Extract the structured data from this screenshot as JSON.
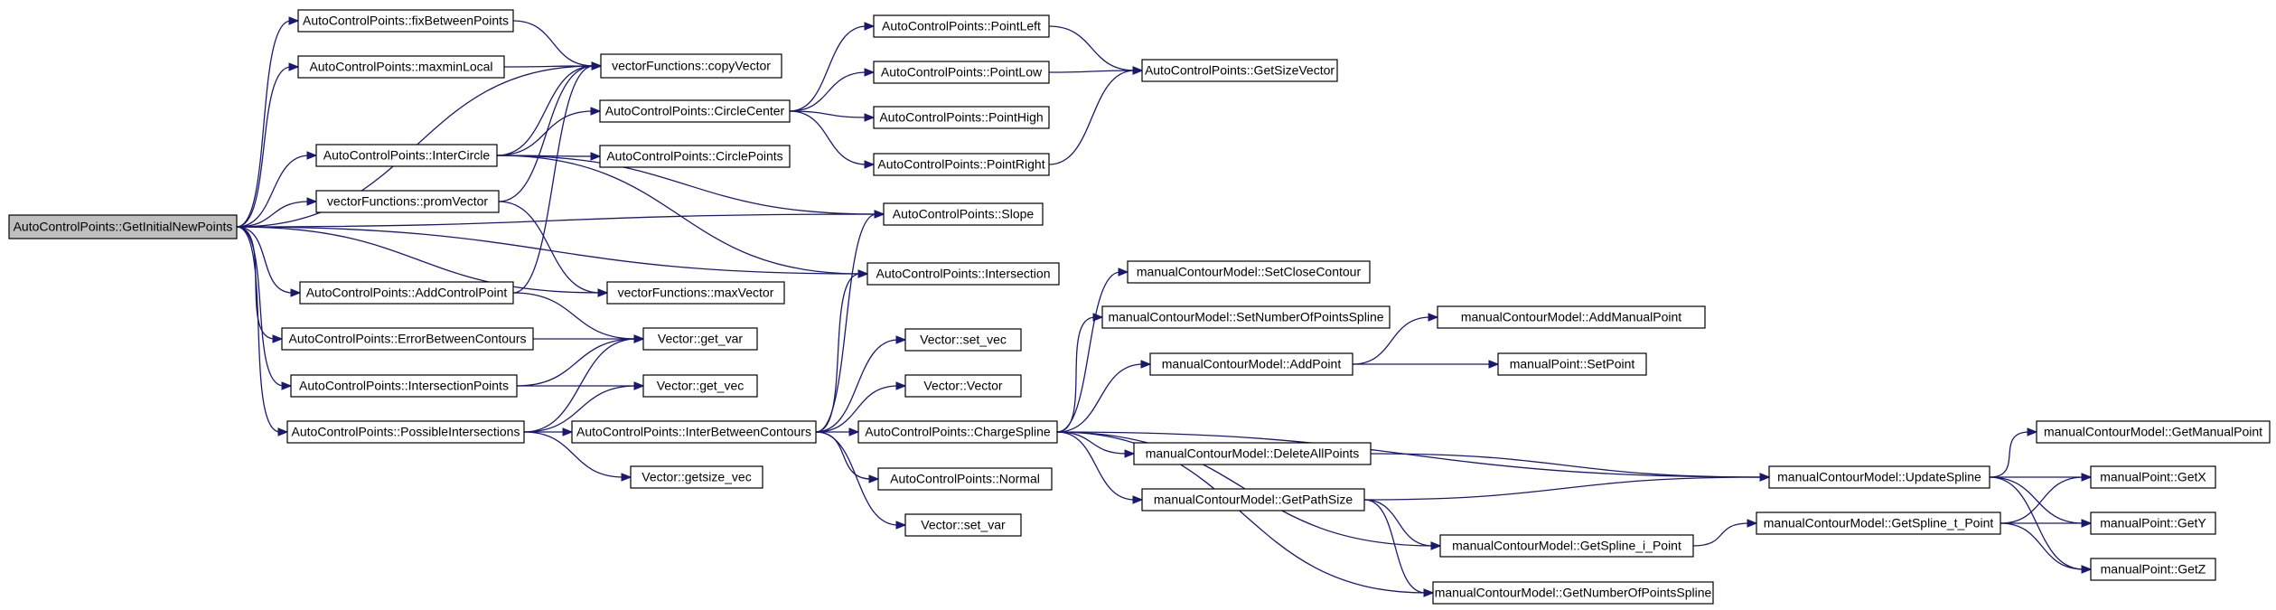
{
  "style": {
    "edge_color": "#191970",
    "node_border": "#000000",
    "root_fill": "#bfbfbf",
    "node_fill": "#ffffff"
  },
  "nodes": [
    {
      "id": "root",
      "label": "AutoControlPoints::GetInitialNewPoints",
      "root": true
    },
    {
      "id": "fix",
      "label": "AutoControlPoints::fixBetweenPoints"
    },
    {
      "id": "maxmin",
      "label": "AutoControlPoints::maxminLocal"
    },
    {
      "id": "copy",
      "label": "vectorFunctions::copyVector"
    },
    {
      "id": "inter",
      "label": "AutoControlPoints::InterCircle"
    },
    {
      "id": "prom",
      "label": "vectorFunctions::promVector"
    },
    {
      "id": "addcp",
      "label": "AutoControlPoints::AddControlPoint"
    },
    {
      "id": "errb",
      "label": "AutoControlPoints::ErrorBetweenContours"
    },
    {
      "id": "ipts",
      "label": "AutoControlPoints::IntersectionPoints"
    },
    {
      "id": "possi",
      "label": "AutoControlPoints::PossibleIntersections"
    },
    {
      "id": "ccenter",
      "label": "AutoControlPoints::CircleCenter"
    },
    {
      "id": "cpoints",
      "label": "AutoControlPoints::CirclePoints"
    },
    {
      "id": "maxv",
      "label": "vectorFunctions::maxVector"
    },
    {
      "id": "getvar",
      "label": "Vector::get_var"
    },
    {
      "id": "getvec",
      "label": "Vector::get_vec"
    },
    {
      "id": "ibc",
      "label": "AutoControlPoints::InterBetweenContours"
    },
    {
      "id": "getsize",
      "label": "Vector::getsize_vec"
    },
    {
      "id": "pleft",
      "label": "AutoControlPoints::PointLeft"
    },
    {
      "id": "plow",
      "label": "AutoControlPoints::PointLow"
    },
    {
      "id": "phigh",
      "label": "AutoControlPoints::PointHigh"
    },
    {
      "id": "pright",
      "label": "AutoControlPoints::PointRight"
    },
    {
      "id": "gsv",
      "label": "AutoControlPoints::GetSizeVector"
    },
    {
      "id": "slope",
      "label": "AutoControlPoints::Slope"
    },
    {
      "id": "isect",
      "label": "AutoControlPoints::Intersection"
    },
    {
      "id": "setvec",
      "label": "Vector::set_vec"
    },
    {
      "id": "vvec",
      "label": "Vector::Vector"
    },
    {
      "id": "chs",
      "label": "AutoControlPoints::ChargeSpline"
    },
    {
      "id": "normal",
      "label": "AutoControlPoints::Normal"
    },
    {
      "id": "setvar",
      "label": "Vector::set_var"
    },
    {
      "id": "setclose",
      "label": "manualContourModel::SetCloseContour"
    },
    {
      "id": "setnum",
      "label": "manualContourModel::SetNumberOfPointsSpline"
    },
    {
      "id": "addpoint",
      "label": "manualContourModel::AddPoint"
    },
    {
      "id": "addmanual",
      "label": "manualContourModel::AddManualPoint"
    },
    {
      "id": "setpoint",
      "label": "manualPoint::SetPoint"
    },
    {
      "id": "delall",
      "label": "manualContourModel::DeleteAllPoints"
    },
    {
      "id": "getpath",
      "label": "manualContourModel::GetPathSize"
    },
    {
      "id": "gsip",
      "label": "manualContourModel::GetSpline_i_Point"
    },
    {
      "id": "gnops",
      "label": "manualContourModel::GetNumberOfPointsSpline"
    },
    {
      "id": "upd",
      "label": "manualContourModel::UpdateSpline"
    },
    {
      "id": "gstp",
      "label": "manualContourModel::GetSpline_t_Point"
    },
    {
      "id": "gmp",
      "label": "manualContourModel::GetManualPoint"
    },
    {
      "id": "getx",
      "label": "manualPoint::GetX"
    },
    {
      "id": "gety",
      "label": "manualPoint::GetY"
    },
    {
      "id": "getz",
      "label": "manualPoint::GetZ"
    }
  ],
  "edges": [
    [
      "root",
      "fix"
    ],
    [
      "root",
      "maxmin"
    ],
    [
      "root",
      "copy"
    ],
    [
      "root",
      "inter"
    ],
    [
      "root",
      "prom"
    ],
    [
      "root",
      "addcp"
    ],
    [
      "root",
      "errb"
    ],
    [
      "root",
      "ipts"
    ],
    [
      "root",
      "possi"
    ],
    [
      "root",
      "isect"
    ],
    [
      "root",
      "slope"
    ],
    [
      "root",
      "maxv"
    ],
    [
      "fix",
      "copy"
    ],
    [
      "maxmin",
      "copy"
    ],
    [
      "inter",
      "copy"
    ],
    [
      "inter",
      "ccenter"
    ],
    [
      "inter",
      "cpoints"
    ],
    [
      "inter",
      "slope"
    ],
    [
      "inter",
      "isect"
    ],
    [
      "prom",
      "copy"
    ],
    [
      "prom",
      "maxv"
    ],
    [
      "addcp",
      "copy"
    ],
    [
      "addcp",
      "getvar"
    ],
    [
      "errb",
      "getvar"
    ],
    [
      "ipts",
      "getvar"
    ],
    [
      "ipts",
      "getvec"
    ],
    [
      "possi",
      "getvar"
    ],
    [
      "possi",
      "getvec"
    ],
    [
      "possi",
      "ibc"
    ],
    [
      "possi",
      "getsize"
    ],
    [
      "ccenter",
      "pleft"
    ],
    [
      "ccenter",
      "plow"
    ],
    [
      "ccenter",
      "phigh"
    ],
    [
      "ccenter",
      "pright"
    ],
    [
      "pleft",
      "gsv"
    ],
    [
      "plow",
      "gsv"
    ],
    [
      "pright",
      "gsv"
    ],
    [
      "ibc",
      "slope"
    ],
    [
      "ibc",
      "isect"
    ],
    [
      "ibc",
      "setvec"
    ],
    [
      "ibc",
      "vvec"
    ],
    [
      "ibc",
      "chs"
    ],
    [
      "ibc",
      "normal"
    ],
    [
      "ibc",
      "setvar"
    ],
    [
      "chs",
      "setclose"
    ],
    [
      "chs",
      "setnum"
    ],
    [
      "chs",
      "addpoint"
    ],
    [
      "chs",
      "delall"
    ],
    [
      "chs",
      "getpath"
    ],
    [
      "chs",
      "gsip"
    ],
    [
      "chs",
      "gnops"
    ],
    [
      "chs",
      "upd"
    ],
    [
      "addpoint",
      "addmanual"
    ],
    [
      "addpoint",
      "setpoint"
    ],
    [
      "delall",
      "upd"
    ],
    [
      "getpath",
      "upd"
    ],
    [
      "getpath",
      "gsip"
    ],
    [
      "getpath",
      "gnops"
    ],
    [
      "gsip",
      "gstp"
    ],
    [
      "upd",
      "gmp"
    ],
    [
      "upd",
      "getx"
    ],
    [
      "upd",
      "gety"
    ],
    [
      "upd",
      "getz"
    ],
    [
      "gstp",
      "getx"
    ],
    [
      "gstp",
      "gety"
    ],
    [
      "gstp",
      "getz"
    ]
  ]
}
